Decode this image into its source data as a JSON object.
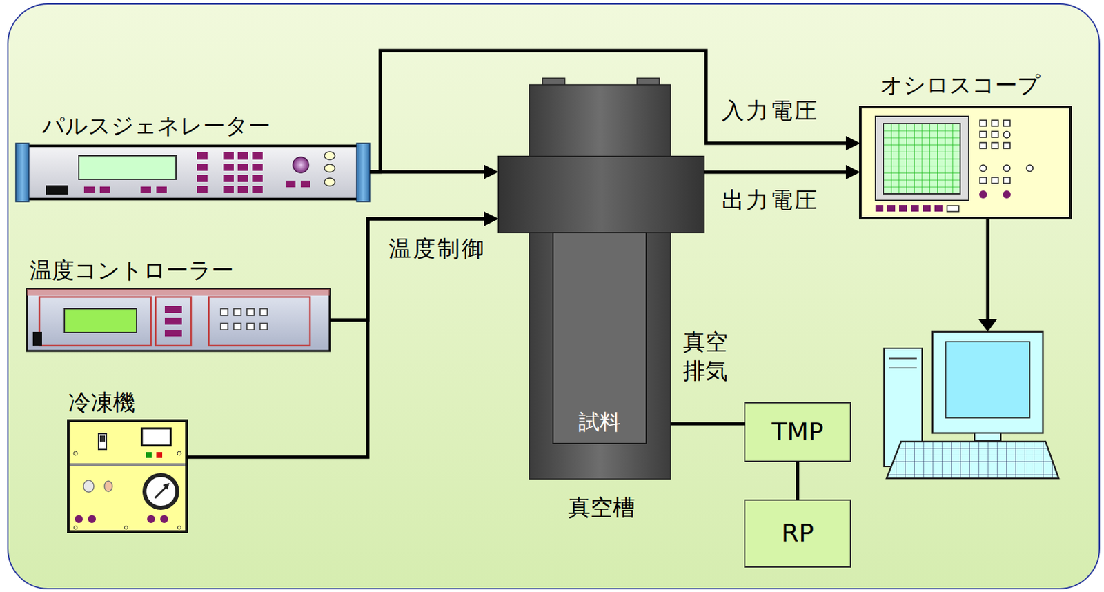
{
  "diagram": {
    "nodes": [
      {
        "text": [
          "パルスジェネレーター"
        ]
      },
      {
        "text": [
          "温度コントローラー"
        ]
      },
      {
        "text": [
          "冷凍機"
        ]
      },
      {
        "text": [
          "真空槽"
        ]
      },
      {
        "text": [
          "試料"
        ],
        "in": 3
      },
      {
        "text": [
          "TMP"
        ]
      },
      {
        "text": [
          "RP"
        ]
      },
      {
        "text": [
          "オシロスコープ"
        ]
      }
    ],
    "edges": [
      {
        "from": 0,
        "to": 3,
        "arrow": "to"
      },
      {
        "from": 0,
        "to": 7,
        "label": "入力電圧",
        "arrow": "to"
      },
      {
        "from": 3,
        "to": 7,
        "label": "出力電圧",
        "arrow": "to"
      },
      {
        "from": 1,
        "to": 3,
        "label": "温度制御",
        "arrow": "to"
      },
      {
        "from": 2,
        "to": 3,
        "arrow": "to"
      },
      {
        "from": 3,
        "to": 5,
        "label": "真空 排気",
        "arrow": "none"
      },
      {
        "from": 5,
        "to": 6,
        "arrow": "none"
      }
    ]
  }
}
